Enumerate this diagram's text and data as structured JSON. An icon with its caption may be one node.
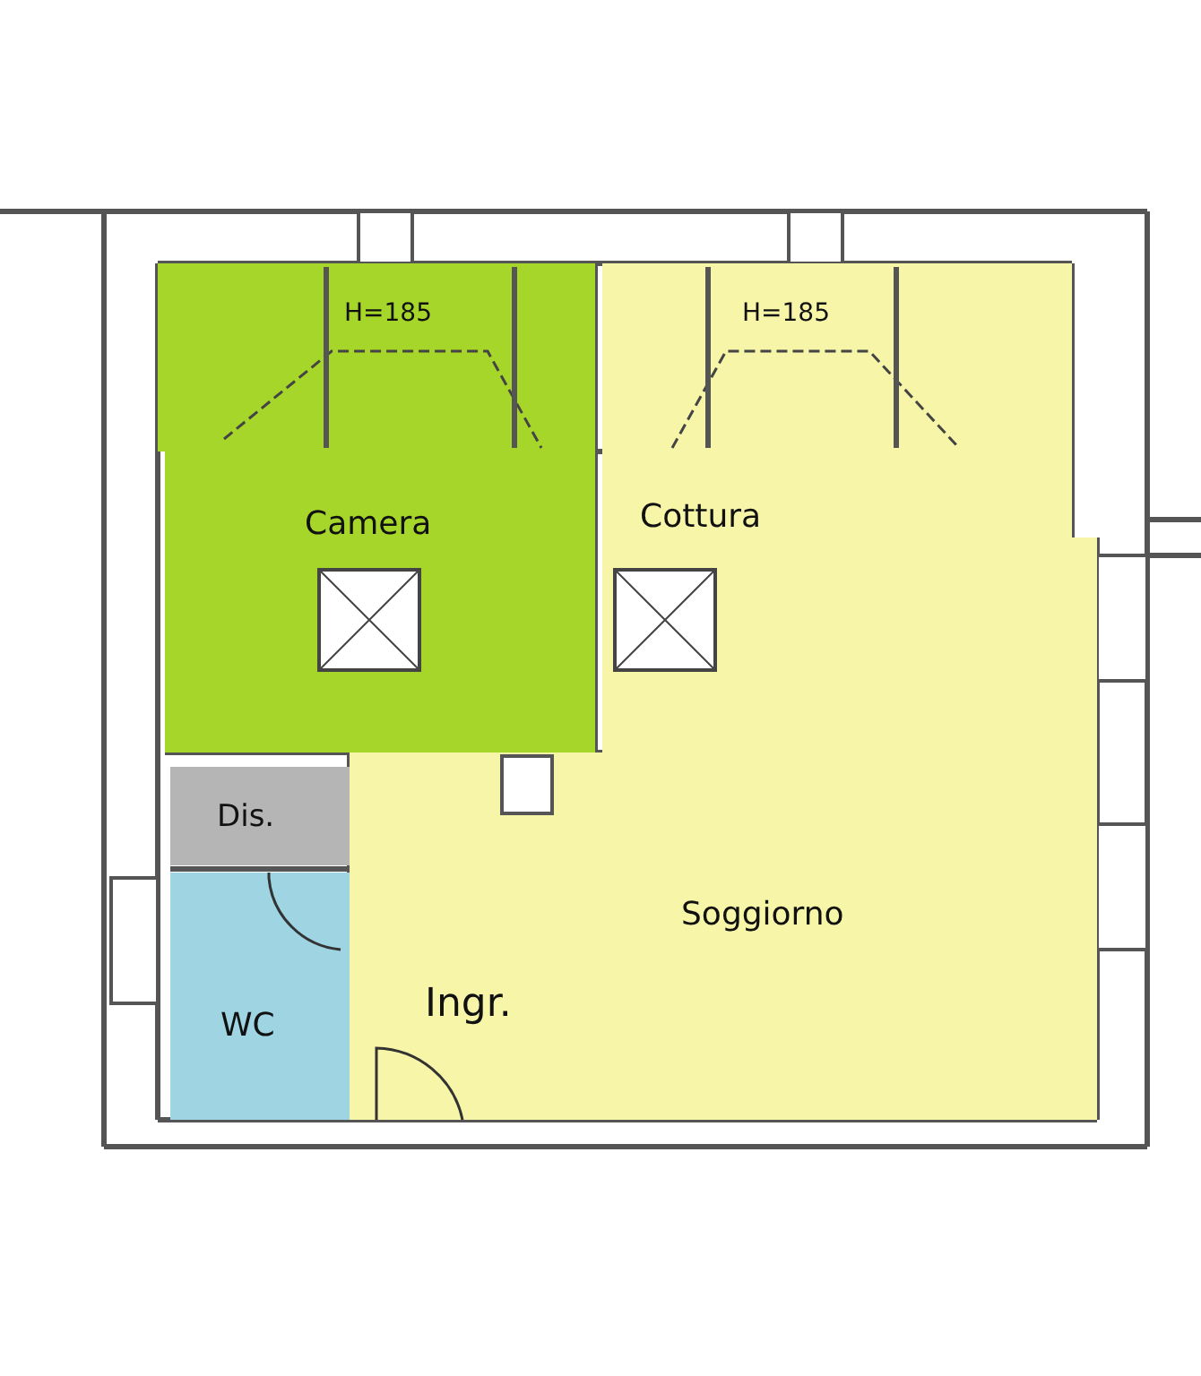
{
  "diagram": {
    "nodes": [
      {
        "text": [
          "H=185"
        ]
      },
      {
        "text": [
          "H=185"
        ]
      },
      {
        "text": [
          "Camera"
        ]
      },
      {
        "text": [
          "Cottura",
          "Soggiorno",
          "Ingr."
        ]
      },
      {
        "text": [
          "Dis."
        ]
      },
      {
        "text": [
          "WC"
        ]
      }
    ]
  }
}
